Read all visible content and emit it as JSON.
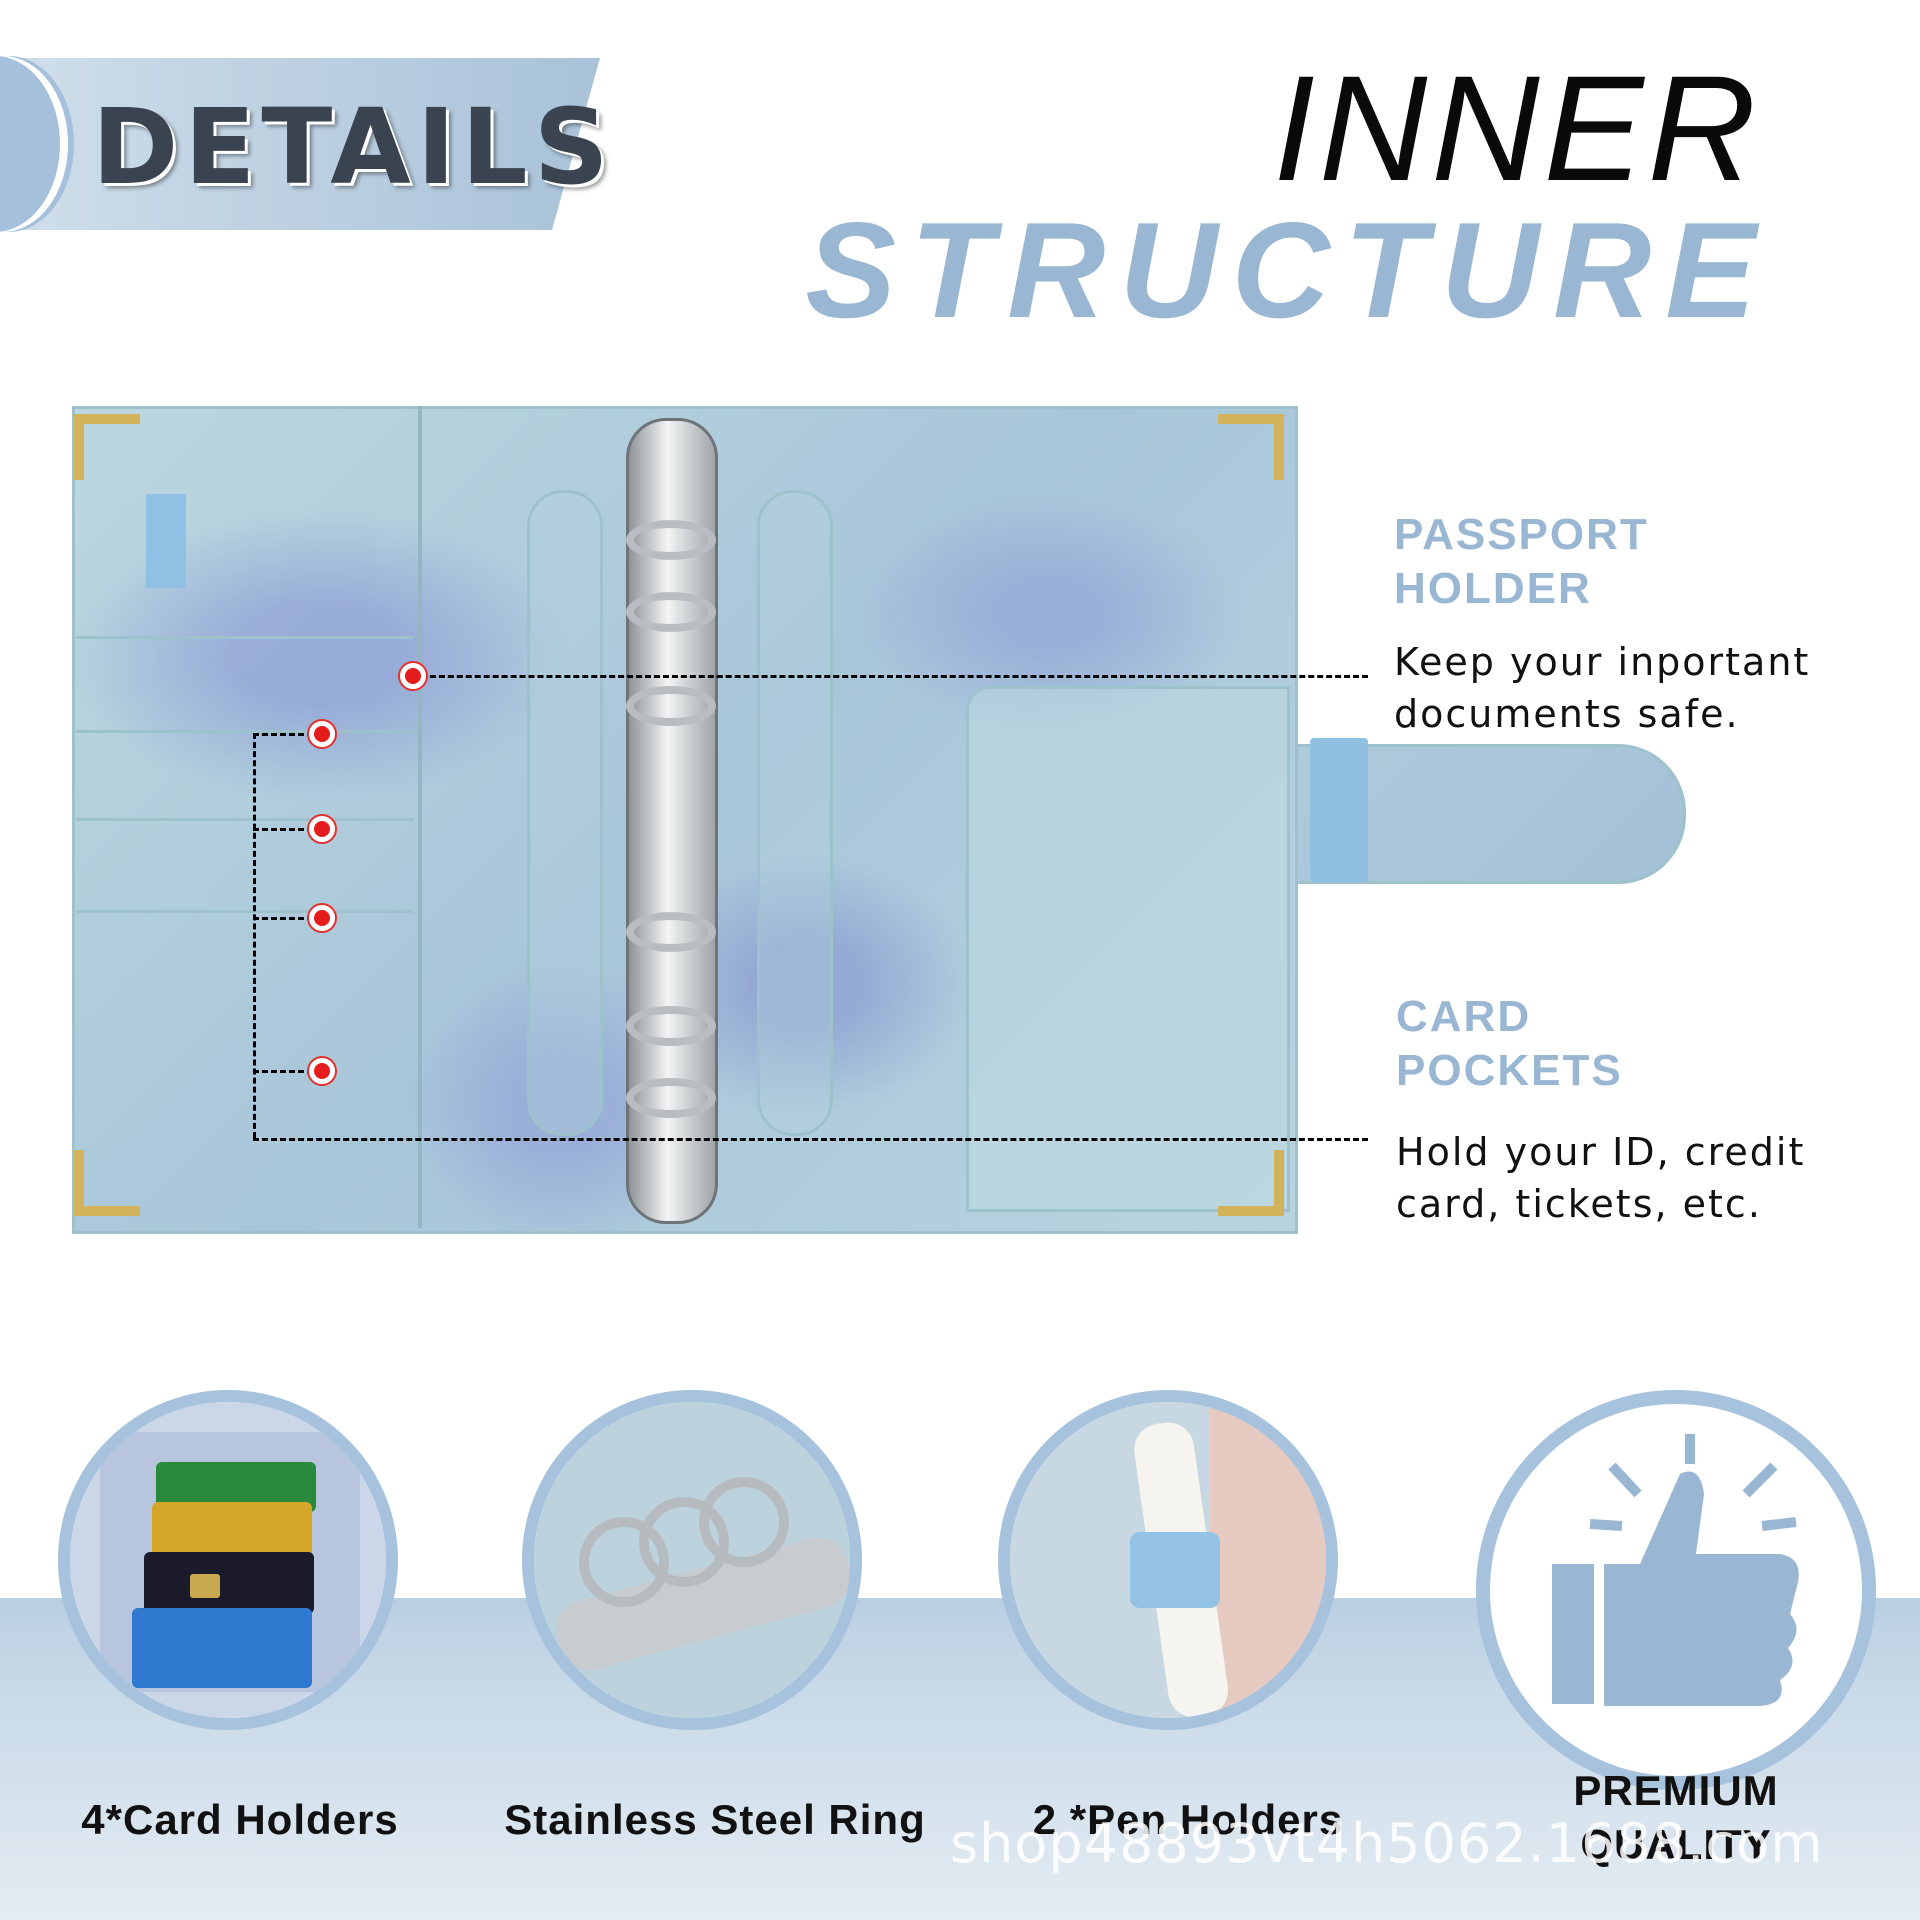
{
  "banner": {
    "title": "DETAILS"
  },
  "heading": {
    "line1": "INNER",
    "line2": "STRUCTURE"
  },
  "callouts": [
    {
      "title_line1": "PASSPORT",
      "title_line2": "HOLDER",
      "desc_line1": "Keep your inportant",
      "desc_line2": "documents safe."
    },
    {
      "title_line1": "CARD",
      "title_line2": "POCKETS",
      "desc_line1": "Hold your ID, credit",
      "desc_line2": "card, tickets, etc."
    }
  ],
  "features": [
    {
      "label": "4*Card Holders",
      "icon": "card-holders-photo"
    },
    {
      "label": "Stainless Steel Ring",
      "icon": "steel-ring-photo"
    },
    {
      "label": "2 *Pen Holders",
      "icon": "pen-holder-photo"
    },
    {
      "label_line1": "PREMIUM",
      "label_line2": "QUALITY",
      "icon": "thumbs-up-icon"
    }
  ],
  "watermark": "shop48893vt4h5062.1688.com",
  "colors": {
    "accent": "#99b6d2",
    "callout_dot": "#e51c1c",
    "band": "#b9cfe2"
  }
}
